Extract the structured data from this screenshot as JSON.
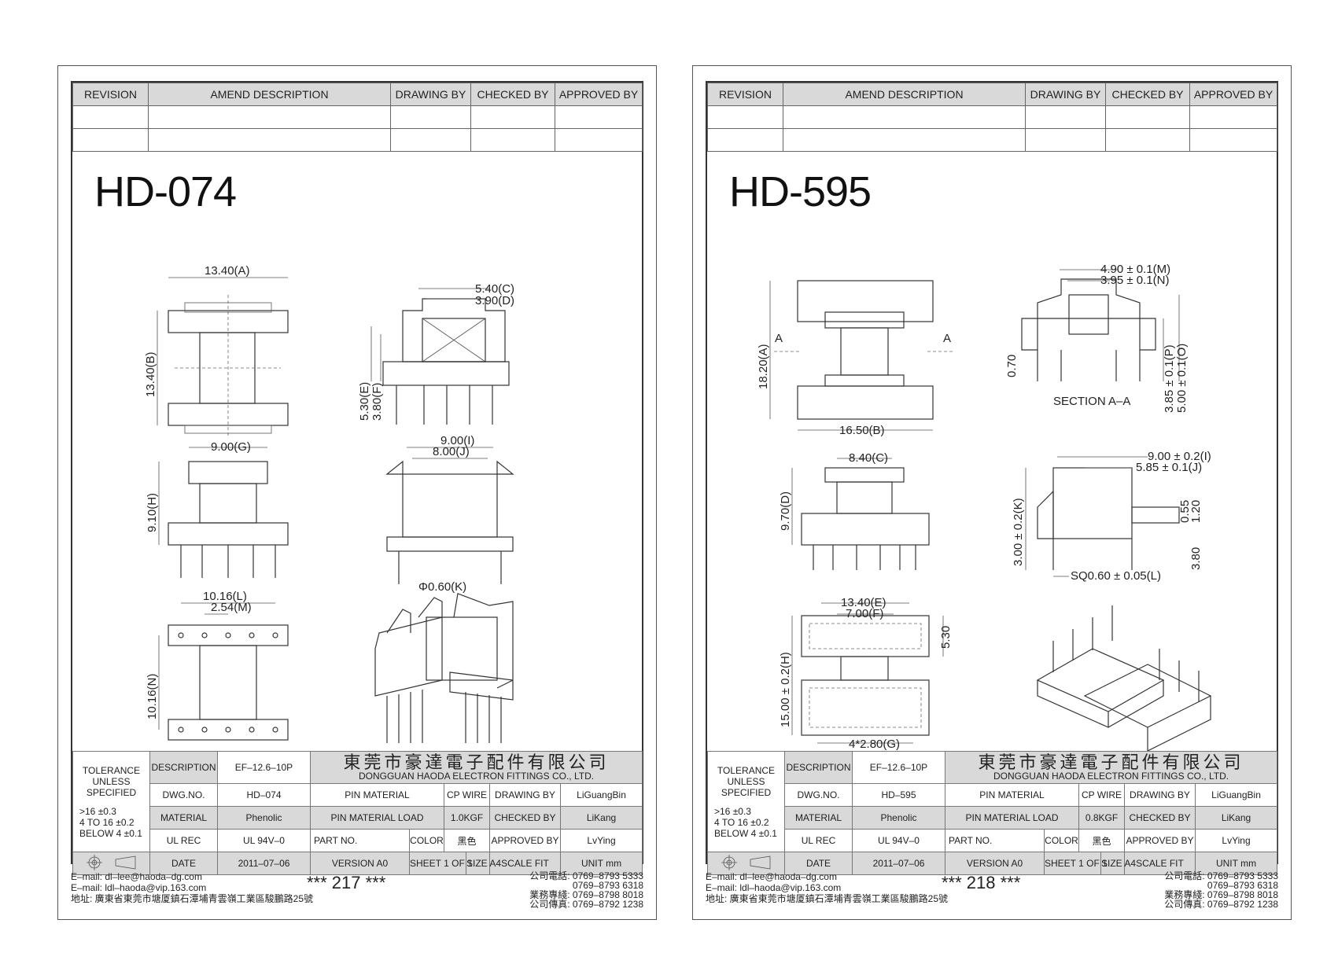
{
  "revision_header": {
    "revision": "REVISION",
    "amend": "AMEND DESCRIPTION",
    "drawing_by": "DRAWING BY",
    "checked_by": "CHECKED BY",
    "approved_by": "APPROVED BY"
  },
  "labels": {
    "tolerance_line1": "TOLERANCE",
    "tolerance_line2": "UNLESS",
    "tolerance_line3": "SPECIFIED",
    "tol_r1": ">16      ±0.3",
    "tol_r2": "4 TO 16  ±0.2",
    "tol_r3": "BELOW 4 ±0.1",
    "description": "DESCRIPTION",
    "dwg_no": "DWG.NO.",
    "material": "MATERIAL",
    "ul_rec": "UL REC",
    "date": "DATE",
    "pin_material": "PIN MATERIAL",
    "pin_material_load": "PIN MATERIAL LOAD",
    "part_no": "PART NO.",
    "color": "COLOR",
    "drawing_by": "DRAWING BY",
    "checked_by": "CHECKED BY",
    "approved_by": "APPROVED BY",
    "sheet": "SHEET 1 OF 1",
    "size": "SIZE A4",
    "scale": "SCALE FIT",
    "unit": "UNIT mm",
    "company_cn": "東莞市豪達電子配件有限公司",
    "company_en": "DONGGUAN HAODA ELECTRON FITTINGS CO., LTD.",
    "email1": "E–mail: dl–lee@haoda–dg.com",
    "email2": "E–mail: ldl–haoda@vip.163.com",
    "address": "地址: 廣東省東莞市塘厦鎮石潭埔青雲嶺工業區駿鵬路25號",
    "tel_company": "公司電話:",
    "tel_business": "業務專綫:",
    "fax": "公司傳真:",
    "tel1": "0769–8793 5333",
    "tel2": "0769–8793 6318",
    "tel3": "0769–8798 8018",
    "tel4": "0769–8792 1238"
  },
  "sheets": [
    {
      "model": "HD-074",
      "description": "EF–12.6–10P",
      "dwg_no": "HD–074",
      "material": "Phenolic",
      "ul": "UL 94V–0",
      "date": "2011–07–06",
      "pin_material": "CP WIRE",
      "pin_load": "1.0KGF",
      "color": "黑色",
      "drawing_by": "LiGuangBin",
      "checked_by": "LiKang",
      "approved_by": "LvYing",
      "version": "VERSION A0",
      "page": "*** 217 ***",
      "dims": {
        "a": "13.40(A)",
        "b": "13.40(B)",
        "c": "5.40(C)",
        "d": "3.90(D)",
        "e": "5.30(E)",
        "f": "3.80(F)",
        "g": "9.00(G)",
        "h": "9.10(H)",
        "i": "9.00(I)",
        "j": "8.00(J)",
        "k": "Φ0.60(K)",
        "l": "10.16(L)",
        "m": "2.54(M)",
        "n": "10.16(N)"
      }
    },
    {
      "model": "HD-595",
      "description": "EF–12.6–10P",
      "dwg_no": "HD–595",
      "material": "Phenolic",
      "ul": "UL 94V–0",
      "date": "2011–07–06",
      "pin_material": "CP WIRE",
      "pin_load": "0.8KGF",
      "color": "黑色",
      "drawing_by": "LiGuangBin",
      "checked_by": "LiKang",
      "approved_by": "LvYing",
      "version": "VERSION A0",
      "page": "*** 218 ***",
      "dims": {
        "m": "4.90 ± 0.1(M)",
        "n": "3.95 ± 0.1(N)",
        "a": "18.20(A)",
        "sec_a": "A",
        "b": "16.50(B)",
        "p": "3.85 ± 0.1(P)",
        "o": "5.00 ± 0.1(O)",
        "d070": "0.70",
        "section": "SECTION A–A",
        "c": "8.40(C)",
        "d": "9.70(D)",
        "i": "9.00 ± 0.2(I)",
        "j": "5.85 ± 0.1(J)",
        "k": "3.00 ± 0.2(K)",
        "d055": "0.55",
        "d120": "1.20",
        "d380": "3.80",
        "l": "SQ0.60 ± 0.05(L)",
        "e": "13.40(E)",
        "f": "7.00(F)",
        "d530": "5.30",
        "h": "15.00 ± 0.2(H)",
        "g": "4*2.80(G)"
      }
    }
  ]
}
